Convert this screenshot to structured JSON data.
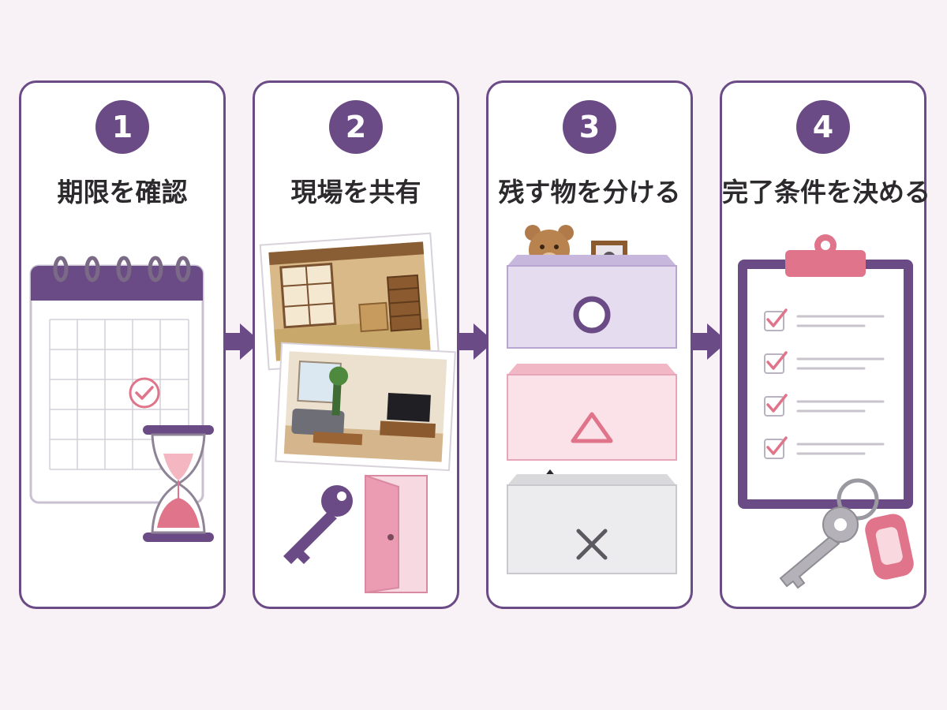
{
  "colors": {
    "accent": "#6b4b85",
    "pink": "#e0748a",
    "lavender": "#d9cce8",
    "background": "#f8f1f6"
  },
  "steps": [
    {
      "number": "1",
      "title": "期限を確認",
      "icons": [
        "calendar-icon",
        "check-circle-icon",
        "hourglass-icon"
      ]
    },
    {
      "number": "2",
      "title": "現場を共有",
      "icons": [
        "room-photo-icon",
        "living-room-photo-icon",
        "key-icon",
        "door-icon"
      ]
    },
    {
      "number": "3",
      "title": "残す物を分ける",
      "icons": [
        "keep-box-icon",
        "maybe-box-icon",
        "discard-box-icon"
      ]
    },
    {
      "number": "4",
      "title": "完了条件を決める",
      "icons": [
        "clipboard-checklist-icon",
        "key-with-tag-icon"
      ]
    }
  ]
}
